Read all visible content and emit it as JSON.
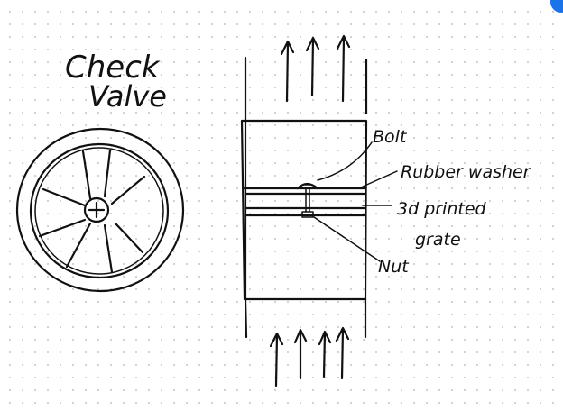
{
  "title": {
    "line1": "Check",
    "line2": "Valve"
  },
  "labels": {
    "bolt": "Bolt",
    "rubber_washer": "Rubber washer",
    "printed_grate_line1": "3d printed",
    "printed_grate_line2": "grate",
    "nut": "Nut"
  },
  "colors": {
    "ink": "#111111",
    "grid_dot": "#c9ccd3",
    "badge": "#1a73e8"
  }
}
